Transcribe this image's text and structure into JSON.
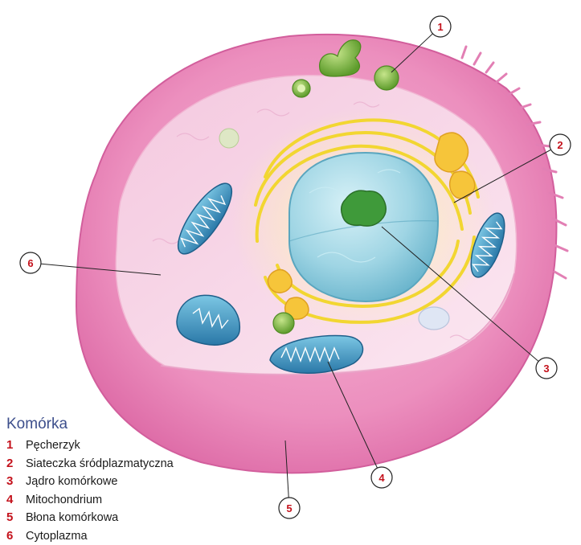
{
  "legend": {
    "title": "Komórka",
    "items": [
      {
        "num": "1",
        "label": "Pęcherzyk"
      },
      {
        "num": "2",
        "label": "Siateczka śródplazmatyczna"
      },
      {
        "num": "3",
        "label": "Jądro komórkowe"
      },
      {
        "num": "4",
        "label": "Mitochondrium"
      },
      {
        "num": "5",
        "label": "Błona komórkowa"
      },
      {
        "num": "6",
        "label": "Cytoplazma"
      }
    ]
  },
  "callouts": [
    "1",
    "2",
    "3",
    "4",
    "5",
    "6"
  ],
  "colors": {
    "membrane": "#e87cb2",
    "cytoplasm": "#f7d9ea",
    "nucleus": "#9fd8e6",
    "nucleolus": "#3f9a3a",
    "er": "#f6e34a",
    "mitochondria": "#3fa0c8",
    "number_red": "#c4121c",
    "legend_title": "#3d4f8c"
  }
}
